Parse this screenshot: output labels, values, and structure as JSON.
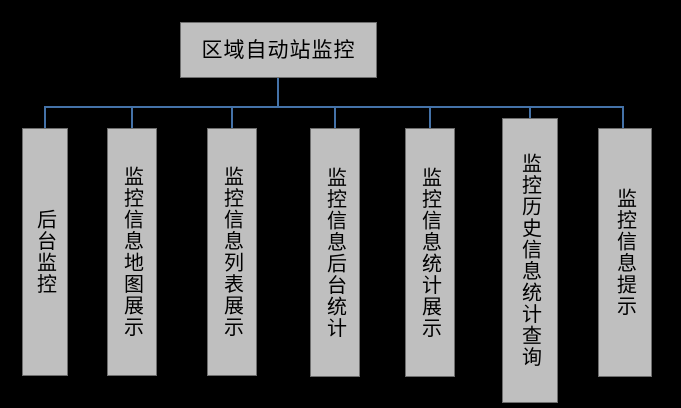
{
  "diagram": {
    "type": "organization-tree",
    "background_color": "#000000",
    "node_fill_color": "#bfbfbf",
    "node_border_color": "#6e6e6e",
    "connector_color": "#4472a8",
    "text_color": "#000000",
    "root": {
      "label": "区域自动站监控",
      "orientation": "horizontal"
    },
    "children": [
      {
        "label": "后台监控",
        "orientation": "vertical"
      },
      {
        "label": "监控信息地图展示",
        "orientation": "vertical"
      },
      {
        "label": "监控信息列表展示",
        "orientation": "vertical"
      },
      {
        "label": "监控信息后台统计",
        "orientation": "vertical"
      },
      {
        "label": "监控信息统计展示",
        "orientation": "vertical"
      },
      {
        "label": "监控历史信息统计查询",
        "orientation": "vertical"
      },
      {
        "label": "监控信息提示",
        "orientation": "vertical"
      }
    ]
  }
}
